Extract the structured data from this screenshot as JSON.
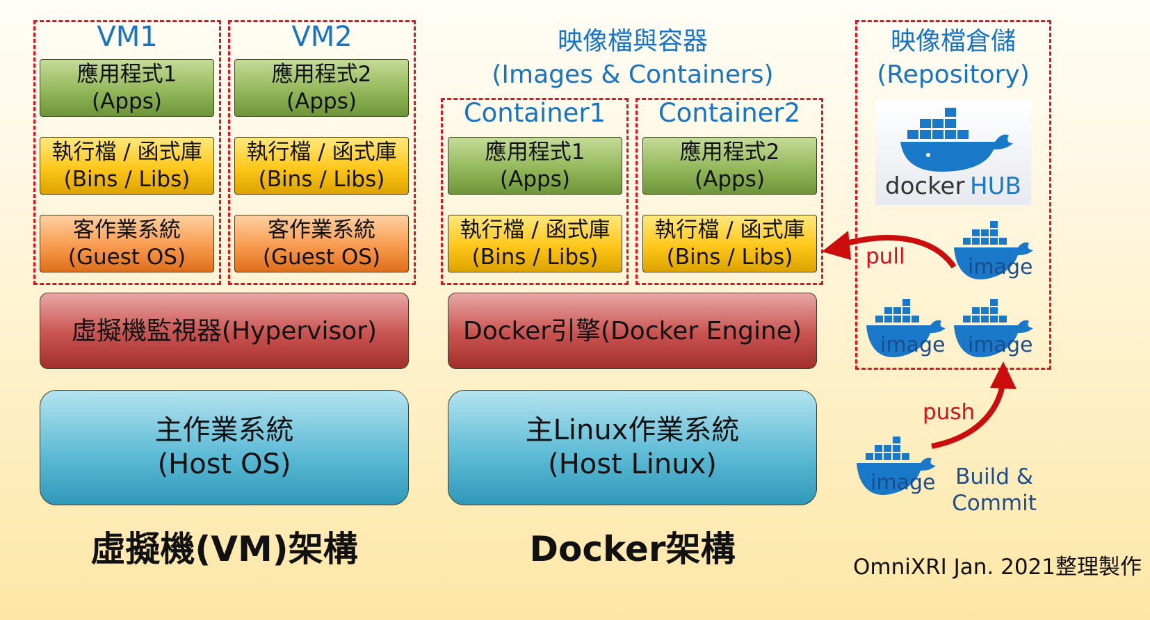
{
  "vm": {
    "columns": [
      {
        "title": "VM1",
        "apps": [
          "應用程式1",
          "(Apps)"
        ],
        "libs": [
          "執行檔 / 函式庫",
          "(Bins / Libs)"
        ],
        "os": [
          "客作業系統",
          "(Guest OS)"
        ]
      },
      {
        "title": "VM2",
        "apps": [
          "應用程式2",
          "(Apps)"
        ],
        "libs": [
          "執行檔 / 函式庫",
          "(Bins / Libs)"
        ],
        "os": [
          "客作業系統",
          "(Guest OS)"
        ]
      }
    ],
    "hypervisor": "虛擬機監視器(Hypervisor)",
    "host": [
      "主作業系統",
      "(Host OS)"
    ],
    "caption": "虛擬機(VM)架構"
  },
  "docker": {
    "heading": [
      "映像檔與容器",
      "(Images & Containers)"
    ],
    "containers": [
      {
        "title": "Container1",
        "apps": [
          "應用程式1",
          "(Apps)"
        ],
        "libs": [
          "執行檔 / 函式庫",
          "(Bins / Libs)"
        ]
      },
      {
        "title": "Container2",
        "apps": [
          "應用程式2",
          "(Apps)"
        ],
        "libs": [
          "執行檔 / 函式庫",
          "(Bins / Libs)"
        ]
      }
    ],
    "engine": "Docker引擎(Docker Engine)",
    "host": [
      "主Linux作業系統",
      "(Host Linux)"
    ],
    "caption": "Docker架構"
  },
  "repository": {
    "heading": [
      "映像檔倉儲",
      "(Repository)"
    ],
    "logo_text": "docker",
    "logo_hub": "HUB",
    "image_label": "image",
    "pull_label": "pull",
    "push_label": "push",
    "build_label": [
      "Build &",
      "Commit"
    ]
  },
  "credit": "OmniXRI Jan. 2021整理製作",
  "colors": {
    "dash": "#e0141e",
    "title": "#1673c6",
    "arrow": "#cc0d0d",
    "whale": "#1a78c8"
  }
}
